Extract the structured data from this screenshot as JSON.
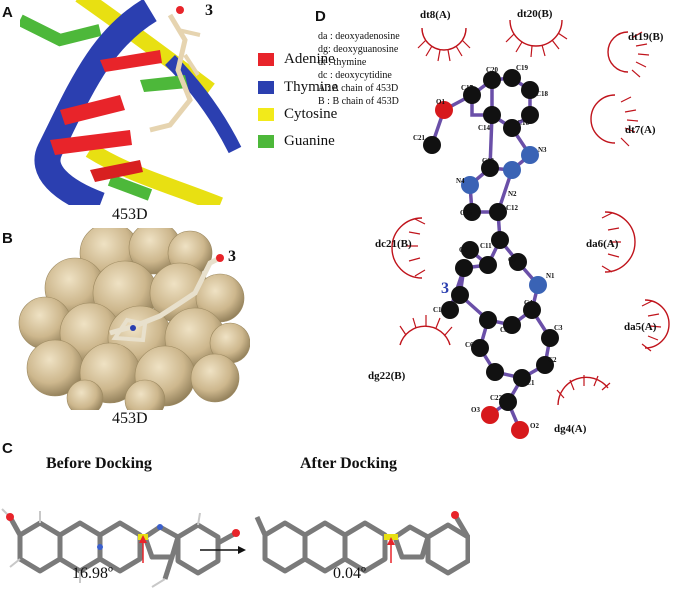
{
  "panels": {
    "a": {
      "letter": "A",
      "compound": "3",
      "caption": "453D"
    },
    "b": {
      "letter": "B",
      "compound": "3",
      "caption": "453D"
    },
    "c": {
      "letter": "C",
      "before_title": "Before Docking",
      "after_title": "After Docking",
      "before_angle": "16.98º",
      "after_angle": "0.04º"
    },
    "d": {
      "letter": "D",
      "compound": "3"
    }
  },
  "legend": [
    {
      "label": "Adenine",
      "color": "#e8242a"
    },
    {
      "label": "Thymine",
      "color": "#2b3fb0"
    },
    {
      "label": "Cytosine",
      "color": "#f2ea1a"
    },
    {
      "label": "Guanine",
      "color": "#4db83a"
    }
  ],
  "key_lines": [
    "da : deoxyadenosine",
    "dg: deoxyguanosine",
    "dt : thymine",
    "dc : deoxycytidine",
    "A : A chain of 453D",
    "B : B chain of 453D"
  ],
  "residues": [
    "dt8(A)",
    "dt20(B)",
    "dt19(B)",
    "dt7(A)",
    "dc21(B)",
    "da6(A)",
    "da5(A)",
    "dg22(B)",
    "dg4(A)"
  ],
  "atom_labels": {
    "C20": "C20",
    "C19": "C19",
    "C18": "C18",
    "C17": "C17",
    "C16": "C16",
    "C14": "C14",
    "O1": "O1",
    "C21": "C21",
    "N3": "N3",
    "C13": "C13",
    "N4": "N4",
    "N2": "N2",
    "C15": "C15",
    "C12": "C12",
    "C11": "C11",
    "C9": "C9",
    "C7": "C7",
    "N1": "N1",
    "C4": "C4",
    "C10": "C10",
    "C5": "C5",
    "C3": "C3",
    "C6": "C6",
    "C2": "C2",
    "C1": "C1",
    "C22": "C22",
    "O3": "O3",
    "O2": "O2"
  },
  "colors": {
    "bond": "#6a4fa8",
    "carbon": "#111111",
    "nitrogen": "#3a63b5",
    "oxygen": "#d7191c",
    "hydrophobic": "#c0141c",
    "surface": "#cdb78d"
  }
}
